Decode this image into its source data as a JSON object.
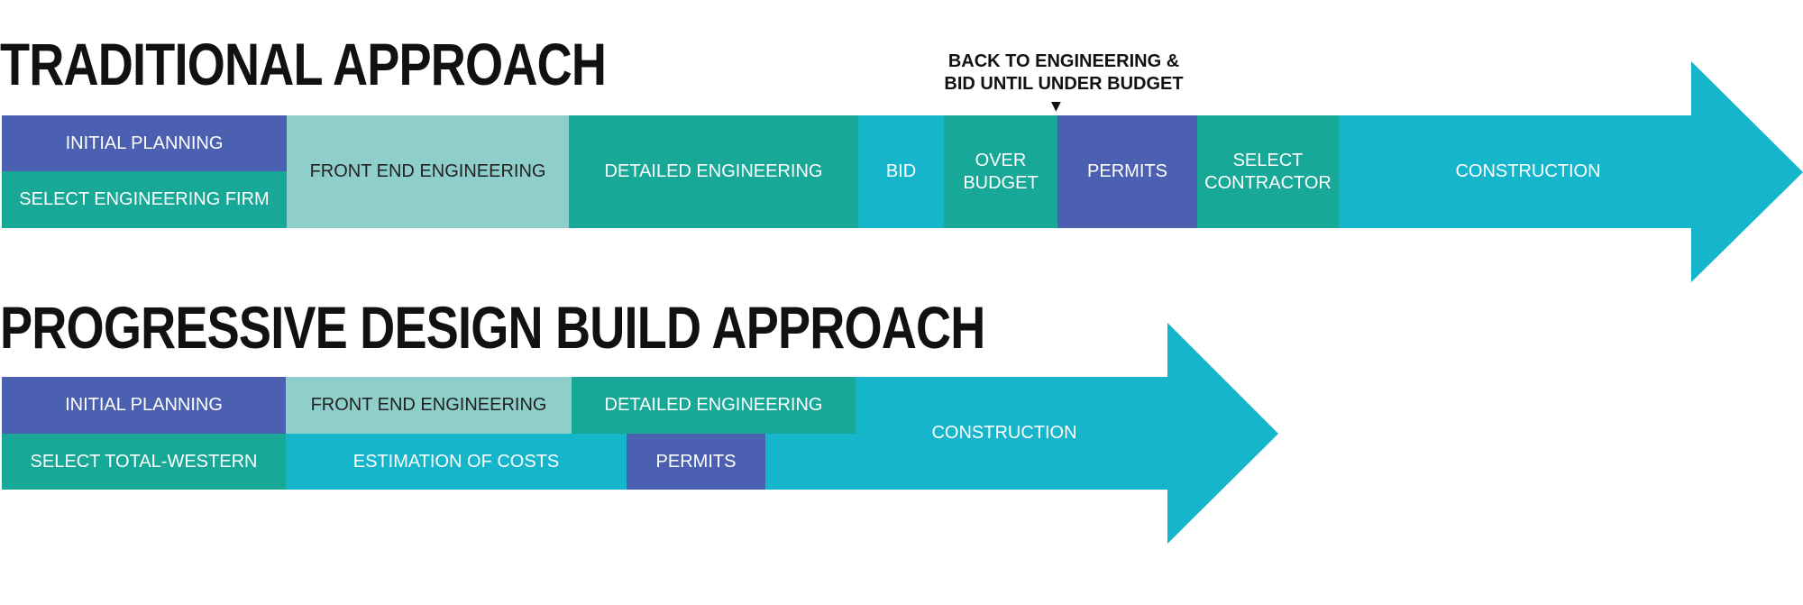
{
  "colors": {
    "blue": "#4b60b0",
    "green": "#17a898",
    "mint": "#8fcfcb",
    "cyan": "#15b5cb"
  },
  "traditional": {
    "title": "TRADITIONAL APPROACH",
    "note_line1": "BACK TO ENGINEERING &",
    "note_line2": "BID UNTIL UNDER BUDGET",
    "initial_planning": "INITIAL PLANNING",
    "select_engineering_firm": "SELECT ENGINEERING FIRM",
    "front_end_engineering": "FRONT END ENGINEERING",
    "detailed_engineering": "DETAILED ENGINEERING",
    "bid": "BID",
    "over_budget_line1": "OVER",
    "over_budget_line2": "BUDGET",
    "permits": "PERMITS",
    "select_contractor_line1": "SELECT",
    "select_contractor_line2": "CONTRACTOR",
    "construction": "CONSTRUCTION"
  },
  "progressive": {
    "title": "PROGRESSIVE DESIGN BUILD APPROACH",
    "initial_planning": "INITIAL PLANNING",
    "front_end_engineering": "FRONT END ENGINEERING",
    "detailed_engineering": "DETAILED ENGINEERING",
    "select_total_western": "SELECT TOTAL-WESTERN",
    "estimation_of_costs": "ESTIMATION OF COSTS",
    "permits": "PERMITS",
    "construction": "CONSTRUCTION"
  }
}
